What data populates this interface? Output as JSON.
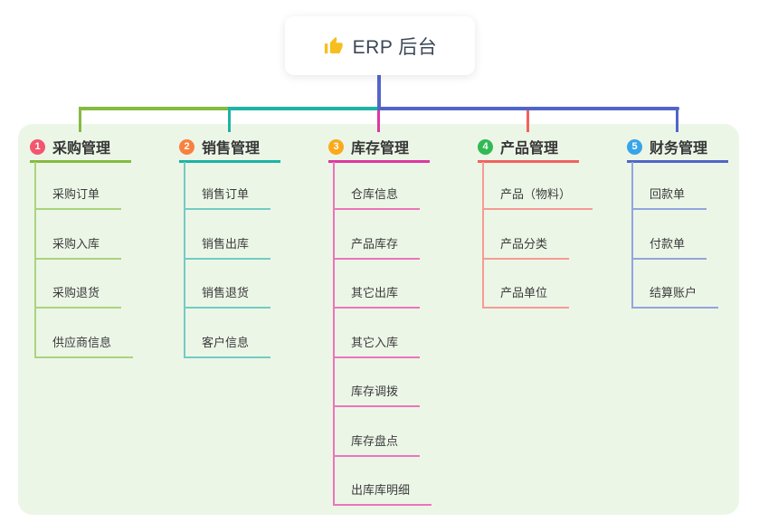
{
  "root": {
    "icon": "thumbs-up-icon",
    "label": "ERP 后台"
  },
  "canvas": {
    "panel_bg": "#ecf6e7",
    "root_line_color": "#5566c9",
    "thumb_color": "#f6bf1f"
  },
  "branches": [
    {
      "index": "1",
      "label": "采购管理",
      "badge_color": "#f3566f",
      "line_color": "#85bb40",
      "child_line_color": "#a9d47d",
      "children": [
        "采购订单",
        "采购入库",
        "采购退货",
        "供应商信息"
      ]
    },
    {
      "index": "2",
      "label": "销售管理",
      "badge_color": "#f9813f",
      "line_color": "#1db3a6",
      "child_line_color": "#72ccc3",
      "children": [
        "销售订单",
        "销售出库",
        "销售退货",
        "客户信息"
      ]
    },
    {
      "index": "3",
      "label": "库存管理",
      "badge_color": "#fba91c",
      "line_color": "#de37a0",
      "child_line_color": "#ee74bb",
      "children": [
        "仓库信息",
        "产品库存",
        "其它出库",
        "其它入库",
        "库存调拨",
        "库存盘点",
        "出库库明细"
      ]
    },
    {
      "index": "4",
      "label": "产品管理",
      "badge_color": "#31ba52",
      "line_color": "#f2625d",
      "child_line_color": "#f59b94",
      "children": [
        "产品（物料）",
        "产品分类",
        "产品单位"
      ]
    },
    {
      "index": "5",
      "label": "财务管理",
      "badge_color": "#38a5e9",
      "line_color": "#5165c9",
      "child_line_color": "#92a5dd",
      "children": [
        "回款单",
        "付款单",
        "结算账户"
      ]
    }
  ]
}
